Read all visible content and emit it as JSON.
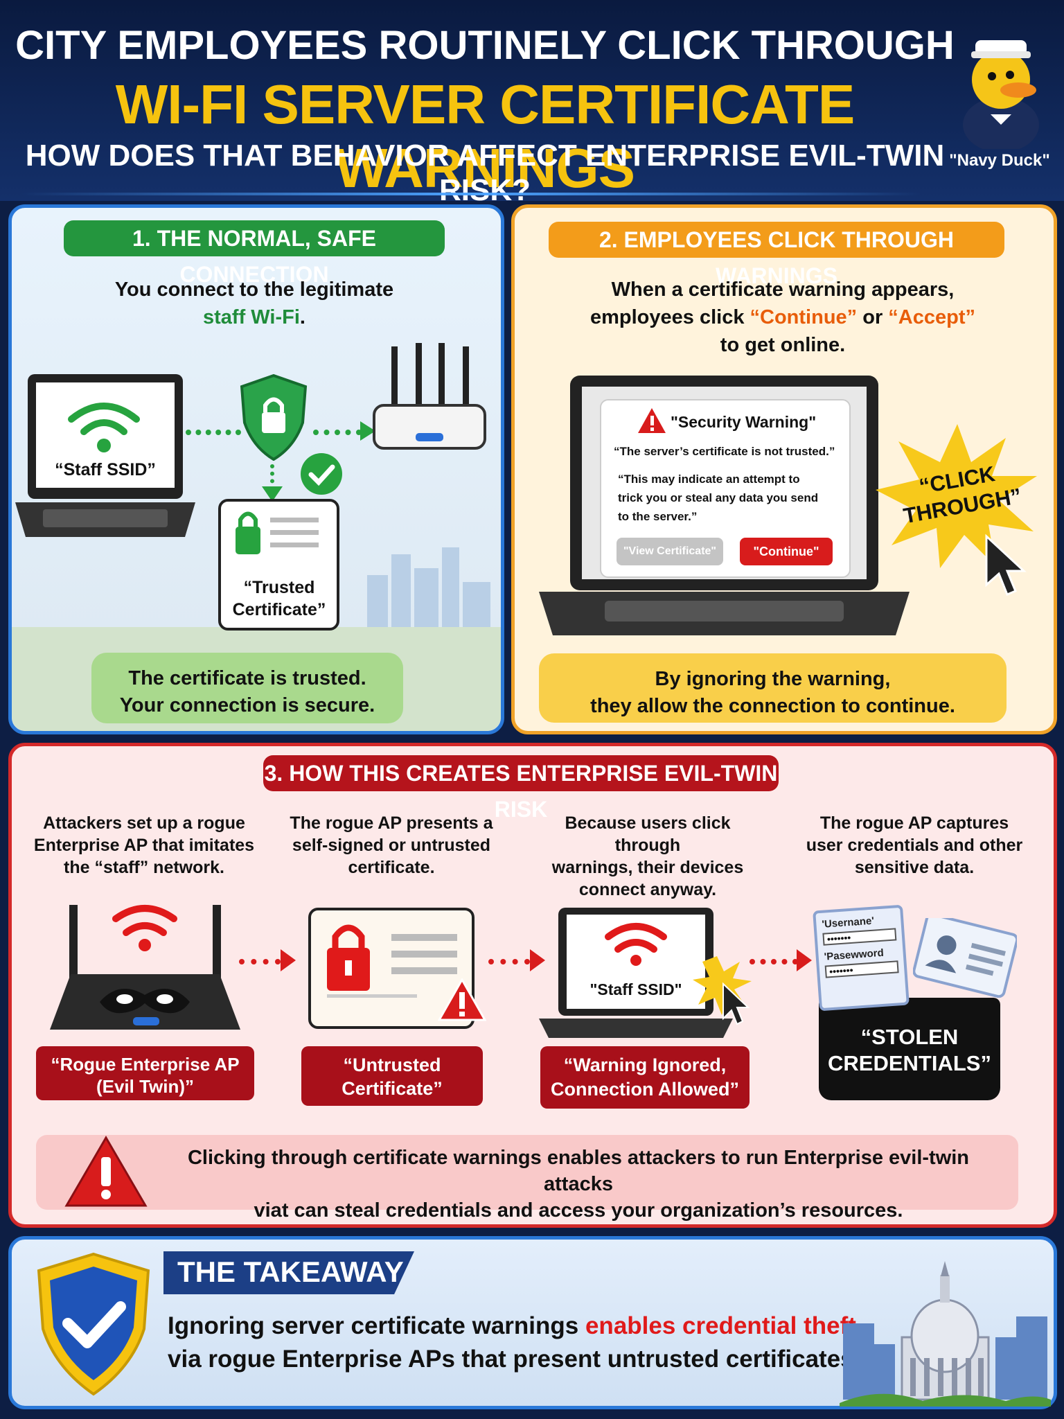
{
  "header": {
    "line1": "CITY EMPLOYEES ROUTINELY CLICK THROUGH",
    "line2": "WI-FI SERVER CERTIFICATE WARNINGS",
    "line3": "HOW DOES THAT BEHAVIOR AFFECT ENTERPRISE EVIL-TWIN RISK?",
    "mascot_label": "\"Navy Duck\""
  },
  "panel1": {
    "title": "1. THE NORMAL, SAFE CONNECTION",
    "text_a": "You connect to the legitimate",
    "text_b": "staff Wi-Fi",
    "text_c": ".",
    "ssid": "“Staff SSID”",
    "cert_line1": "“Trusted",
    "cert_line2": "Certificate”",
    "note_line1": "The certificate is trusted.",
    "note_line2": "Your connection is secure."
  },
  "panel2": {
    "title": "2. EMPLOYEES CLICK THROUGH WARNINGS",
    "text_line1": "When a certificate warning appears,",
    "text_b_pre": "employees click ",
    "text_continue": "“Continue”",
    "text_or": " or ",
    "text_accept": "“Accept”",
    "text_line3": "to get online.",
    "dialog_title": "\"Security Warning\"",
    "dialog_line1": "“The server’s certificate is not trusted.”",
    "dialog_line2": "“This may indicate an attempt to",
    "dialog_line3": "trick you or steal any data you send",
    "dialog_line4": "to the server.”",
    "btn_view": "\"View Certificate\"",
    "btn_continue": "\"Continue\"",
    "burst_line1": "“CLICK",
    "burst_line2": "THROUGH”",
    "note_line1": "By ignoring the warning,",
    "note_line2": "they allow the connection to continue."
  },
  "panel3": {
    "title": "3. HOW THIS CREATES ENTERPRISE EVIL-TWIN RISK",
    "steps": [
      {
        "desc": [
          "Attackers set up a rogue",
          "Enterprise AP that imitates",
          "the “staff” network."
        ],
        "label": [
          "“Rogue Enterprise AP",
          "(Evil Twin)”"
        ]
      },
      {
        "desc": [
          "The rogue AP presents a",
          "self-signed or untrusted",
          "certificate."
        ],
        "label": [
          "“Untrusted",
          "Certificate”"
        ]
      },
      {
        "desc": [
          "Because users click through",
          "warnings, their devices",
          "connect anyway."
        ],
        "label": [
          "“Warning Ignored,",
          "Connection Allowed”"
        ]
      },
      {
        "desc": [
          "The rogue AP captures",
          "user credentials and other",
          "sensitive data."
        ],
        "label": [
          "“STOLEN",
          "CREDENTIALS”"
        ]
      }
    ],
    "laptop_ssid": "\"Staff SSID\"",
    "form_user": "'Usernane'",
    "form_pass": "'Pasewword",
    "warning_line1": "Clicking through certificate warnings enables attackers to run Enterprise evil-twin attacks",
    "warning_line2": "viat can steal credentials and access your organization’s resources."
  },
  "takeaway": {
    "title": "THE TAKEAWAY",
    "line1_a": "Ignoring server certificate warnings ",
    "line1_b": "enables credential theft",
    "line2": "via rogue Enterprise APs that present untrusted certificates."
  },
  "colors": {
    "navy": "#0d1e44",
    "gold": "#f6c30f",
    "green": "#1f8c3a",
    "orange": "#f0a228",
    "red": "#d42a2a",
    "blue": "#2a78d8"
  }
}
